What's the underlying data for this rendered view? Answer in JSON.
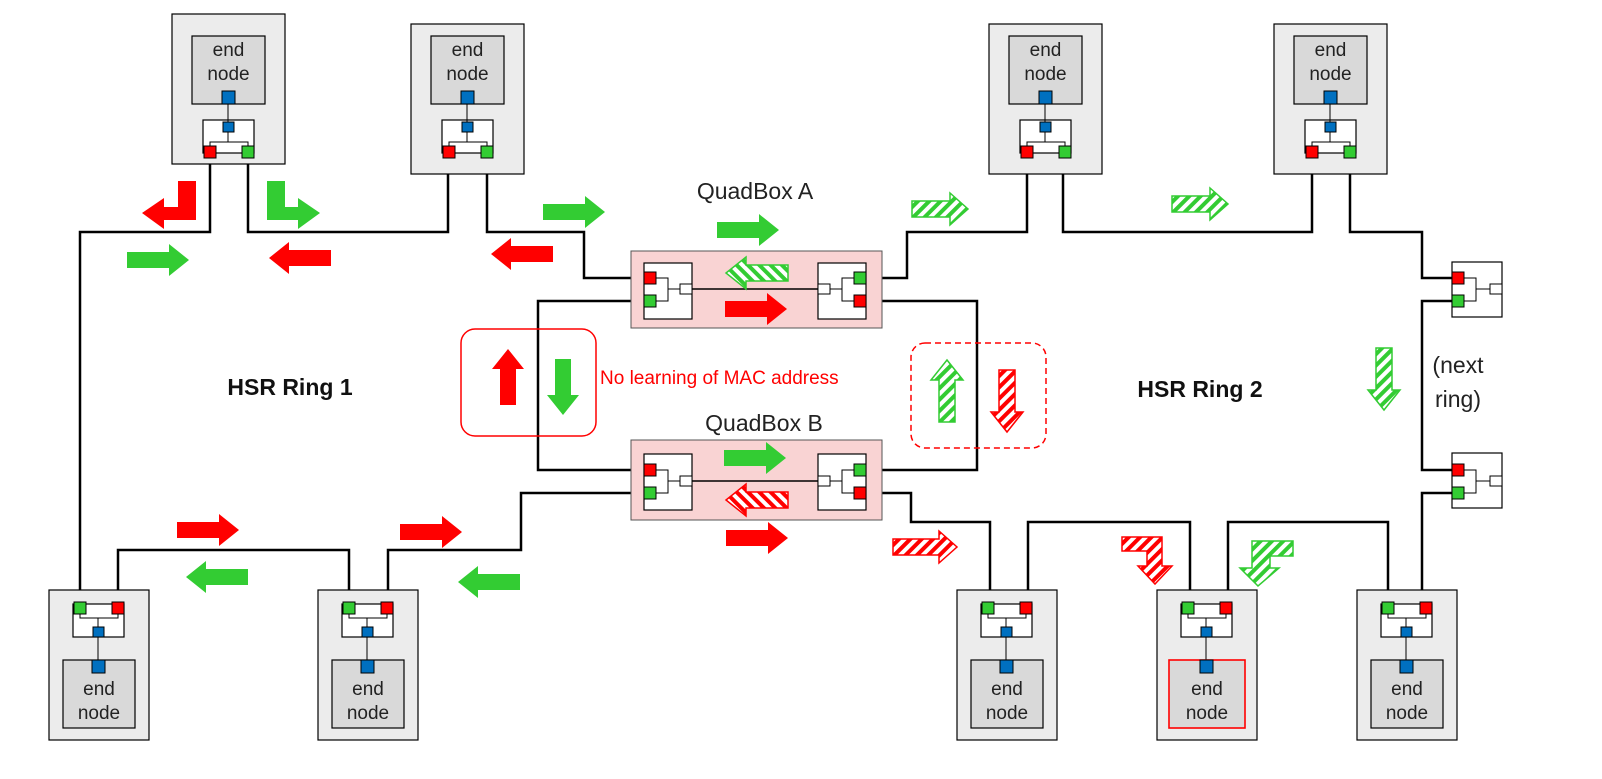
{
  "labels": {
    "end_node_line1": "end",
    "end_node_line2": "node",
    "ring1": "HSR Ring 1",
    "ring2": "HSR Ring 2",
    "quadbox_a": "QuadBox A",
    "quadbox_b": "QuadBox B",
    "note": "No learning of MAC address",
    "next_line1": "(next",
    "next_line2": "ring)"
  },
  "colors": {
    "red": "#ff0000",
    "green": "#33cc33",
    "blue": "#0070c0",
    "node_fill": "#ececec",
    "node_inner_fill": "#d9d9d9",
    "quadbox_fill": "#f9d3d3",
    "line": "#000000",
    "note": "#ff0000"
  }
}
